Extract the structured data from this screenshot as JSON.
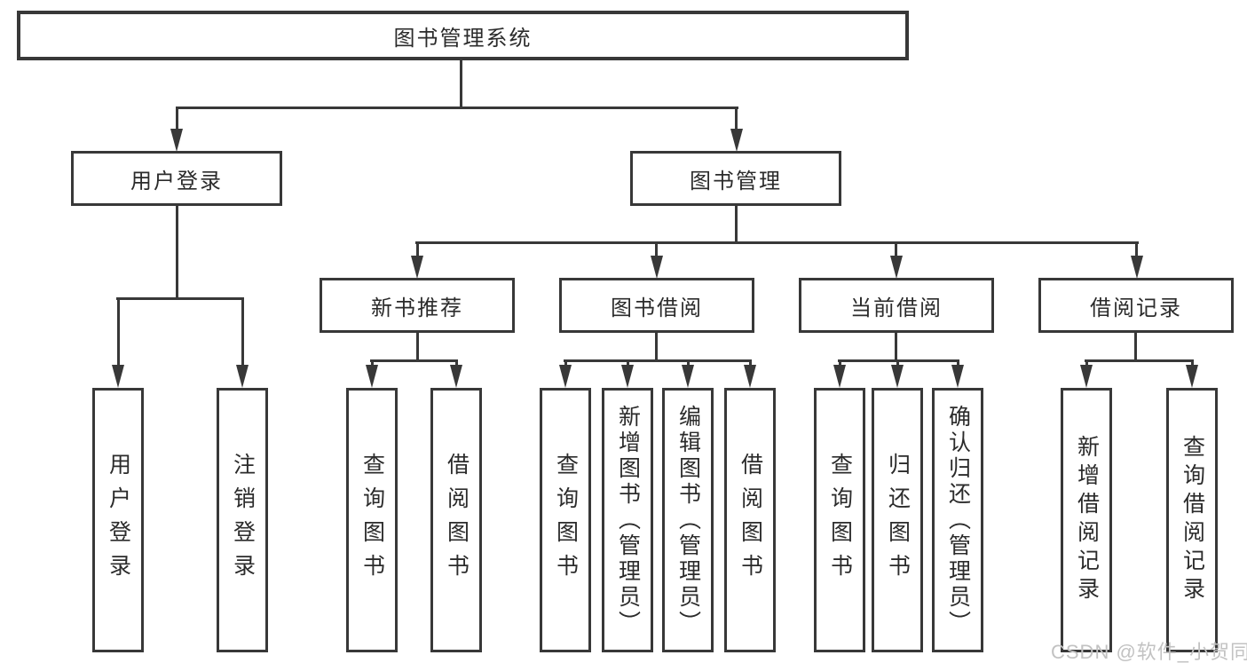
{
  "diagram": {
    "root": {
      "label": "图书管理系统"
    },
    "branches": [
      {
        "label": "用户登录",
        "children": [
          {
            "label": "用户登录"
          },
          {
            "label": "注销登录"
          }
        ]
      },
      {
        "label": "图书管理",
        "children": [
          {
            "label": "新书推荐",
            "children": [
              {
                "label": "查询图书"
              },
              {
                "label": "借阅图书"
              }
            ]
          },
          {
            "label": "图书借阅",
            "children": [
              {
                "label": "查询图书"
              },
              {
                "label": "新增图书（管理员）"
              },
              {
                "label": "编辑图书（管理员）"
              },
              {
                "label": "借阅图书"
              }
            ]
          },
          {
            "label": "当前借阅",
            "children": [
              {
                "label": "查询图书"
              },
              {
                "label": "归还图书"
              },
              {
                "label": "确认归还（管理员）"
              }
            ]
          },
          {
            "label": "借阅记录",
            "children": [
              {
                "label": "新增借阅记录"
              },
              {
                "label": "查询借阅记录"
              }
            ]
          }
        ]
      }
    ],
    "watermark": "CSDN @软件_小贺同学",
    "colors": {
      "line": "#383838",
      "box_fill": "#ffffff",
      "text": "#2b2b2b",
      "watermark": "#c2c2c2"
    }
  }
}
